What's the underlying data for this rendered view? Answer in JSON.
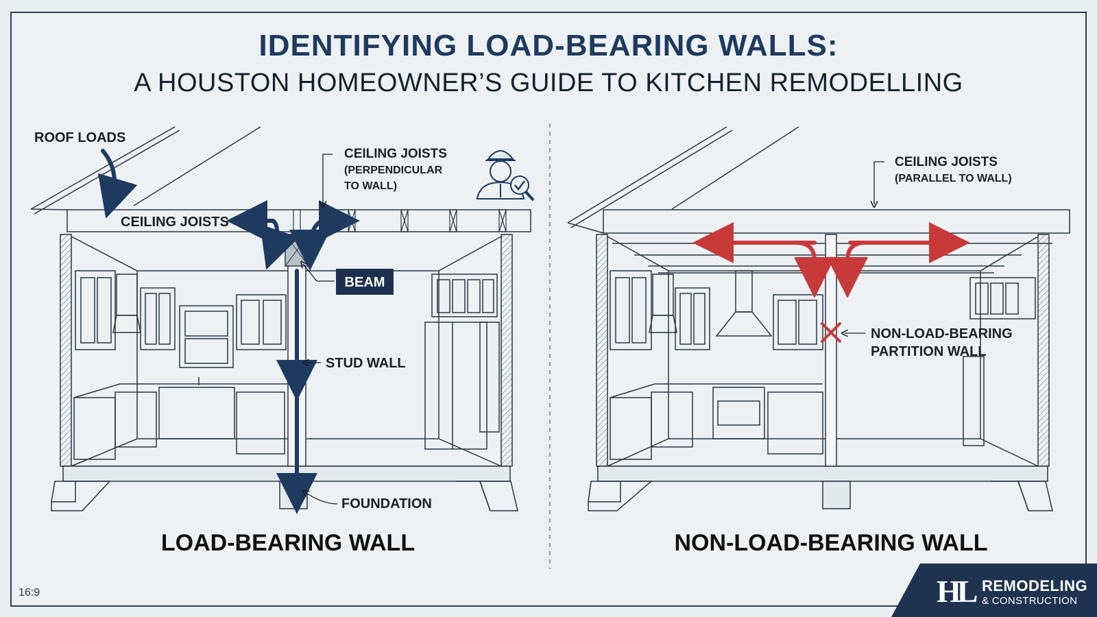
{
  "title": {
    "line1": "IDENTIFYING LOAD-BEARING WALLS:",
    "line2": "A HOUSTON HOMEOWNER’S GUIDE TO KITCHEN REMODELLING"
  },
  "left_panel": {
    "caption": "LOAD-BEARING WALL",
    "labels": {
      "roof_loads": "ROOF LOADS",
      "ceiling_joists": "CEILING JOISTS",
      "ceiling_joists_note_1": "CEILING JOISTS",
      "ceiling_joists_note_2": "(PERPENDICULAR",
      "ceiling_joists_note_3": "TO WALL)",
      "beam": "BEAM",
      "stud_wall": "STUD WALL",
      "foundation": "FOUNDATION"
    }
  },
  "right_panel": {
    "caption": "NON-LOAD-BEARING WALL",
    "labels": {
      "ceiling_joists_note_1": "CEILING JOISTS",
      "ceiling_joists_note_2": "(PARALLEL TO WALL)",
      "partition_1": "NON-LOAD-BEARING",
      "partition_2": "PARTITION WALL"
    }
  },
  "footer": {
    "aspect_ratio": "16:9",
    "logo_mark": "HL",
    "logo_line1": "REMODELING",
    "logo_line2": "& CONSTRUCTION"
  },
  "colors": {
    "navy": "#1e3a5f",
    "line": "#2a3442",
    "red_arrow": "#c8393a",
    "background": "#edf1f3"
  },
  "icons": [
    "inspector-icon",
    "magnifier-check-icon",
    "red-x-icon"
  ]
}
